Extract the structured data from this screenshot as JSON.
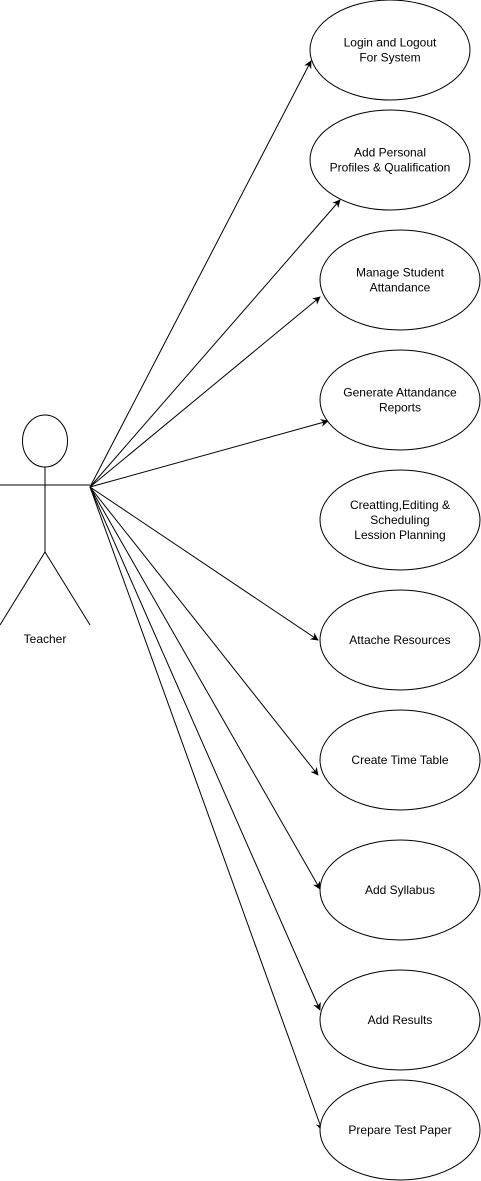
{
  "diagram": {
    "actor": {
      "name": "Teacher",
      "icon": "stick-figure-icon"
    },
    "use_cases": [
      {
        "id": "login-logout",
        "lines": [
          "Login and Logout",
          "For System"
        ]
      },
      {
        "id": "add-personal-profiles",
        "lines": [
          "Add Personal",
          "Profiles & Qualification"
        ]
      },
      {
        "id": "manage-attendance",
        "lines": [
          "Manage Student",
          "Attandance"
        ]
      },
      {
        "id": "generate-reports",
        "lines": [
          "Generate Attandance",
          "Reports"
        ]
      },
      {
        "id": "lesson-planning",
        "lines": [
          "Creatting,Editing &",
          "Scheduling",
          "Lession Planning"
        ]
      },
      {
        "id": "attach-resources",
        "lines": [
          "Attache Resources"
        ]
      },
      {
        "id": "create-time-table",
        "lines": [
          "Create Time Table"
        ]
      },
      {
        "id": "add-syllabus",
        "lines": [
          "Add Syllabus"
        ]
      },
      {
        "id": "add-results",
        "lines": [
          "Add Results"
        ]
      },
      {
        "id": "prepare-test-paper",
        "lines": [
          "Prepare Test Paper"
        ]
      }
    ],
    "associations": [
      {
        "from": "Teacher",
        "to": "login-logout",
        "arrow": true
      },
      {
        "from": "Teacher",
        "to": "add-personal-profiles",
        "arrow": true
      },
      {
        "from": "Teacher",
        "to": "manage-attendance",
        "arrow": true
      },
      {
        "from": "Teacher",
        "to": "generate-reports",
        "arrow": true
      },
      {
        "from": "Teacher",
        "to": "attach-resources",
        "arrow": true
      },
      {
        "from": "Teacher",
        "to": "create-time-table",
        "arrow": true
      },
      {
        "from": "Teacher",
        "to": "add-syllabus",
        "arrow": true
      },
      {
        "from": "Teacher",
        "to": "add-results",
        "arrow": true
      },
      {
        "from": "Teacher",
        "to": "prepare-test-paper",
        "arrow": true
      }
    ],
    "colors": {
      "stroke": "#000000",
      "fill": "#ffffff"
    }
  }
}
